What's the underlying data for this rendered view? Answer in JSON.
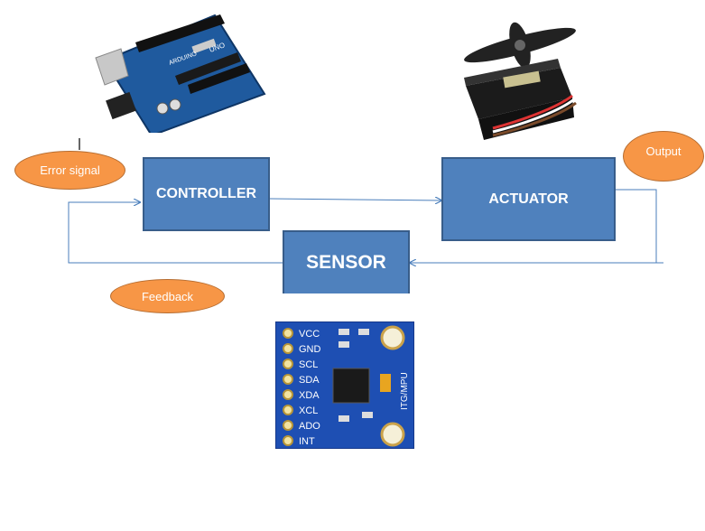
{
  "blocks": {
    "controller": "CONTROLLER",
    "actuator": "ACTUATOR",
    "sensor": "SENSOR"
  },
  "ovals": {
    "error_signal": "Error signal",
    "output": "Output",
    "feedback": "Feedback"
  },
  "pictures": {
    "arduino": {
      "brand_text": "ARDUINO",
      "model_text": "UNO"
    },
    "mpu_board": {
      "pins": [
        "VCC",
        "GND",
        "SCL",
        "SDA",
        "XDA",
        "XCL",
        "ADO",
        "INT"
      ],
      "label": "ITG/MPU"
    }
  },
  "colors": {
    "block_fill": "#4f81bd",
    "block_border": "#385d8a",
    "oval_fill": "#f79646",
    "arrow": "#4a7ebb"
  }
}
